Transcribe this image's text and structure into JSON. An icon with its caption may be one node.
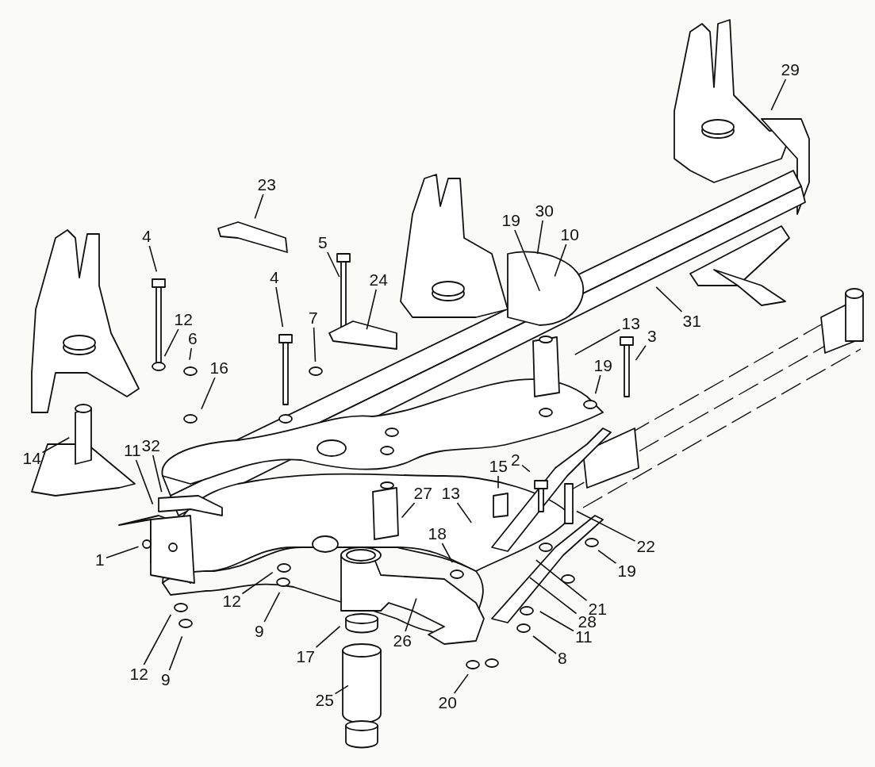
{
  "diagram": {
    "nodes": [
      {
        "text": [
          "29"
        ]
      },
      {
        "text": [
          "23"
        ]
      },
      {
        "text": [
          "30"
        ]
      },
      {
        "text": [
          "19"
        ]
      },
      {
        "text": [
          "10"
        ]
      },
      {
        "text": [
          "4"
        ]
      },
      {
        "text": [
          "5"
        ]
      },
      {
        "text": [
          "24"
        ]
      },
      {
        "text": [
          "4"
        ]
      },
      {
        "text": [
          "7"
        ]
      },
      {
        "text": [
          "12"
        ]
      },
      {
        "text": [
          "31"
        ]
      },
      {
        "text": [
          "13"
        ]
      },
      {
        "text": [
          "6"
        ]
      },
      {
        "text": [
          "3"
        ]
      },
      {
        "text": [
          "16"
        ]
      },
      {
        "text": [
          "19"
        ]
      },
      {
        "text": [
          "14"
        ]
      },
      {
        "text": [
          "32"
        ]
      },
      {
        "text": [
          "11"
        ]
      },
      {
        "text": [
          "15"
        ]
      },
      {
        "text": [
          "2"
        ]
      },
      {
        "text": [
          "27"
        ]
      },
      {
        "text": [
          "13"
        ]
      },
      {
        "text": [
          "18"
        ]
      },
      {
        "text": [
          "22"
        ]
      },
      {
        "text": [
          "1"
        ]
      },
      {
        "text": [
          "19"
        ]
      },
      {
        "text": [
          "12"
        ]
      },
      {
        "text": [
          "21"
        ]
      },
      {
        "text": [
          "9"
        ]
      },
      {
        "text": [
          "28"
        ]
      },
      {
        "text": [
          "26"
        ]
      },
      {
        "text": [
          "17"
        ]
      },
      {
        "text": [
          "11"
        ]
      },
      {
        "text": [
          "8"
        ]
      },
      {
        "text": [
          "12"
        ]
      },
      {
        "text": [
          "9"
        ]
      },
      {
        "text": [
          "20"
        ]
      },
      {
        "text": [
          "25"
        ]
      }
    ],
    "edges": [
      {
        "from": 0,
        "to": null,
        "arrow": "none"
      },
      {
        "from": 1,
        "to": null,
        "arrow": "none"
      },
      {
        "from": 2,
        "to": null,
        "arrow": "none"
      },
      {
        "from": 3,
        "to": null,
        "arrow": "none"
      },
      {
        "from": 4,
        "to": null,
        "arrow": "none"
      },
      {
        "from": 5,
        "to": null,
        "arrow": "none"
      },
      {
        "from": 6,
        "to": null,
        "arrow": "none"
      },
      {
        "from": 7,
        "to": null,
        "arrow": "none"
      },
      {
        "from": 8,
        "to": null,
        "arrow": "none"
      },
      {
        "from": 9,
        "to": null,
        "arrow": "none"
      },
      {
        "from": 10,
        "to": null,
        "arrow": "none"
      },
      {
        "from": 11,
        "to": null,
        "arrow": "none"
      },
      {
        "from": 12,
        "to": null,
        "arrow": "none"
      },
      {
        "from": 13,
        "to": null,
        "arrow": "none"
      },
      {
        "from": 14,
        "to": null,
        "arrow": "none"
      },
      {
        "from": 15,
        "to": null,
        "arrow": "none"
      },
      {
        "from": 16,
        "to": null,
        "arrow": "none"
      },
      {
        "from": 17,
        "to": null,
        "arrow": "none"
      },
      {
        "from": 18,
        "to": null,
        "arrow": "none"
      },
      {
        "from": 19,
        "to": null,
        "arrow": "none"
      },
      {
        "from": 20,
        "to": null,
        "arrow": "none"
      },
      {
        "from": 21,
        "to": null,
        "arrow": "none"
      },
      {
        "from": 22,
        "to": null,
        "arrow": "none"
      },
      {
        "from": 23,
        "to": null,
        "arrow": "none"
      },
      {
        "from": 24,
        "to": null,
        "arrow": "none"
      },
      {
        "from": 25,
        "to": null,
        "arrow": "none"
      },
      {
        "from": 26,
        "to": null,
        "arrow": "none"
      },
      {
        "from": 27,
        "to": null,
        "arrow": "none"
      },
      {
        "from": 28,
        "to": null,
        "arrow": "none"
      },
      {
        "from": 29,
        "to": null,
        "arrow": "none"
      },
      {
        "from": 30,
        "to": null,
        "arrow": "none"
      },
      {
        "from": 31,
        "to": null,
        "arrow": "none"
      },
      {
        "from": 32,
        "to": null,
        "arrow": "none"
      },
      {
        "from": 33,
        "to": null,
        "arrow": "none"
      },
      {
        "from": 34,
        "to": null,
        "arrow": "none"
      },
      {
        "from": 35,
        "to": null,
        "arrow": "none"
      },
      {
        "from": 36,
        "to": null,
        "arrow": "none"
      },
      {
        "from": 37,
        "to": null,
        "arrow": "none"
      },
      {
        "from": 38,
        "to": null,
        "arrow": "none"
      },
      {
        "from": 39,
        "to": null,
        "arrow": "none"
      }
    ]
  }
}
